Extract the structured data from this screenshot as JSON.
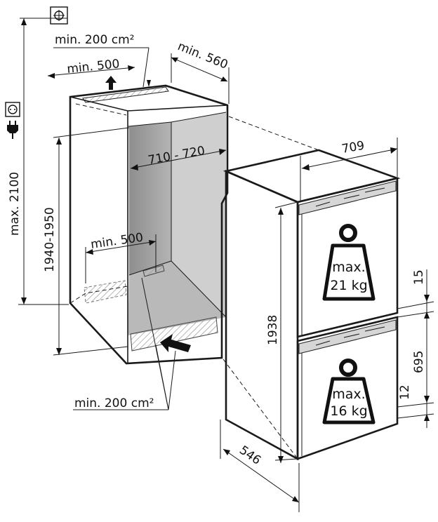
{
  "icons": {
    "circle_cross": "circle-cross-icon",
    "socket": "socket-icon",
    "plug": "plug-icon",
    "weight_top": "weight-icon",
    "weight_bottom": "weight-icon"
  },
  "labels": {
    "vent_top_area": "min. 200 cm²",
    "vent_top_depth": "min. 500",
    "niche_depth": "min. 560",
    "max_height": "max. 2100",
    "niche_height": "1940-1950",
    "niche_width": "710 - 720",
    "inner_depth": "min. 500",
    "vent_bottom_area": "min. 200 cm²",
    "appliance_width": "709",
    "appliance_height": "1938",
    "appliance_depth": "546",
    "gap_top": "15",
    "lower_door": "695",
    "gap_bottom": "12"
  },
  "weights": {
    "top": {
      "line1": "max.",
      "line2": "21 kg"
    },
    "bottom": {
      "line1": "max.",
      "line2": "16 kg"
    }
  }
}
